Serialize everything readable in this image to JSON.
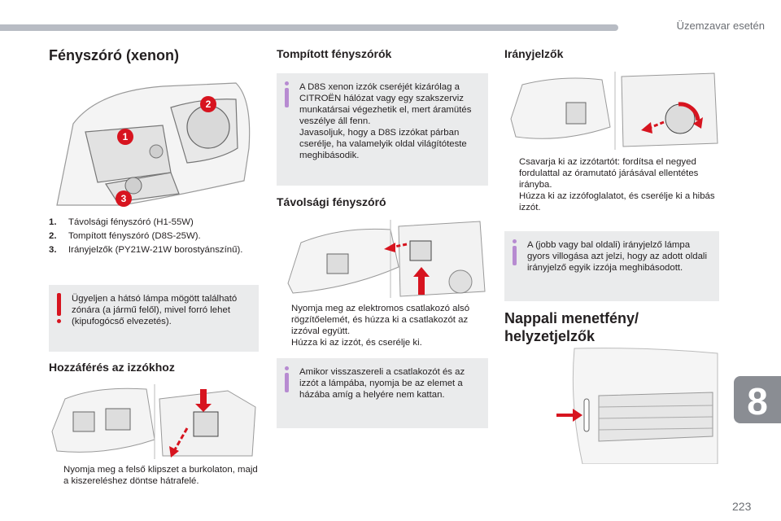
{
  "header": {
    "chapter": "Üzemzavar esetén"
  },
  "chapter_tab": "8",
  "page_number": "223",
  "col1": {
    "title": "Fényszóró (xenon)",
    "callouts": [
      "1",
      "2",
      "3"
    ],
    "legend": [
      {
        "num": "1.",
        "text": "Távolsági fényszóró (H1-55W)"
      },
      {
        "num": "2.",
        "text": "Tompított fényszóró (D8S-25W)."
      },
      {
        "num": "3.",
        "text": "Irányjelzők (PY21W-21W borostyánszínű)."
      }
    ],
    "warning": "Ügyeljen a hátsó lámpa mögött található zónára (a jármű felől), mivel forró lehet (kipufogócső elvezetés).",
    "access_title": "Hozzáférés az izzókhoz",
    "access_steps": [
      {
        "marker": "",
        "text": "Nyomja meg a felső klipszet a burkolaton, majd a kiszereléshez döntse hátrafelé."
      }
    ]
  },
  "col2": {
    "dipped_title": "Tompított fényszórók",
    "dipped_info": "A D8S xenon izzók cseréjét kizárólag a CITROËN hálózat vagy egy szakszerviz munkatársai végezhetik el, mert áramütés veszélye áll fenn.\nJavasoljuk, hogy a D8S izzókat párban cserélje, ha valamelyik oldal világítóteste meghibásodik.",
    "main_title": "Távolsági fényszóró",
    "main_steps": [
      {
        "marker": "",
        "text": "Nyomja meg az elektromos csatlakozó alsó rögzítőelemét, és húzza ki a csatlakozót az izzóval együtt."
      },
      {
        "marker": "",
        "text": "Húzza ki az izzót, és cserélje ki."
      }
    ],
    "main_info": "Amikor visszaszereli a csatlakozót és az izzót a lámpába, nyomja be az elemet a házába amíg a helyére nem kattan."
  },
  "col3": {
    "ind_title": "Irányjelzők",
    "ind_steps": [
      {
        "marker": "",
        "text": "Csavarja ki az izzótartót: fordítsa el negyed fordulattal az óramutató járásával ellentétes irányba."
      },
      {
        "marker": "",
        "text": "Húzza ki az izzófoglalatot, és cserélje ki a hibás izzót."
      }
    ],
    "ind_info": "A (jobb vagy bal oldali) irányjelző lámpa gyors villogása azt jelzi, hogy az adott oldali irányjelző egyik izzója meghibásodott.",
    "drl_title": "Nappali menetfény/ helyzetjelzők"
  }
}
